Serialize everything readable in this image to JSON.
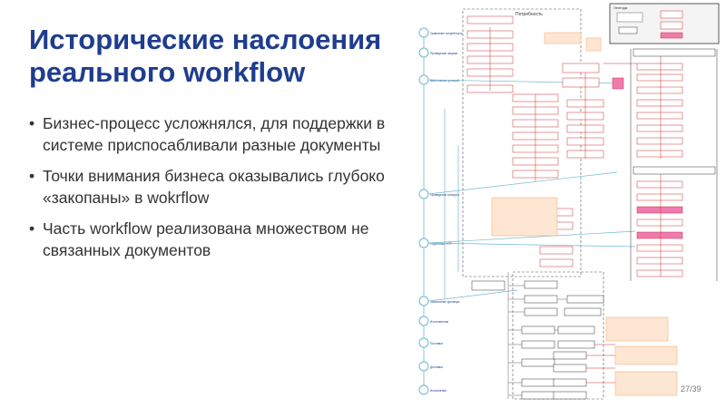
{
  "slide": {
    "title_line1": "Исторические наслоения",
    "title_line2": "реального workflow",
    "bullets": [
      "Бизнес-процесс усложнялся, для поддержки в системе приспосабливали разные документы",
      "Точки внимания бизнеса оказывались глубоко «закопаны» в wokrflow",
      "Часть workflow реализована множеством не связанных документов"
    ],
    "page_number": "27/39"
  },
  "diagram": {
    "header_label": "Потребность",
    "legend_label": "Легенда",
    "stages": [
      "Заявление потребности",
      "Проведение закупки",
      "Выполнение условий",
      "Проведение конкурса",
      "Подготовка НТР",
      "Заключение договора",
      "Изготовление",
      "Поставка",
      "Доставка",
      "Исполнение"
    ],
    "colors": {
      "accent_blue": "#1f3d8f",
      "flow_cyan": "#6fb8d0",
      "node_red": "#c83232",
      "note_orange": "#f5b57f",
      "highlight_pink": "#f07ab0",
      "line_grey": "#666666"
    }
  }
}
